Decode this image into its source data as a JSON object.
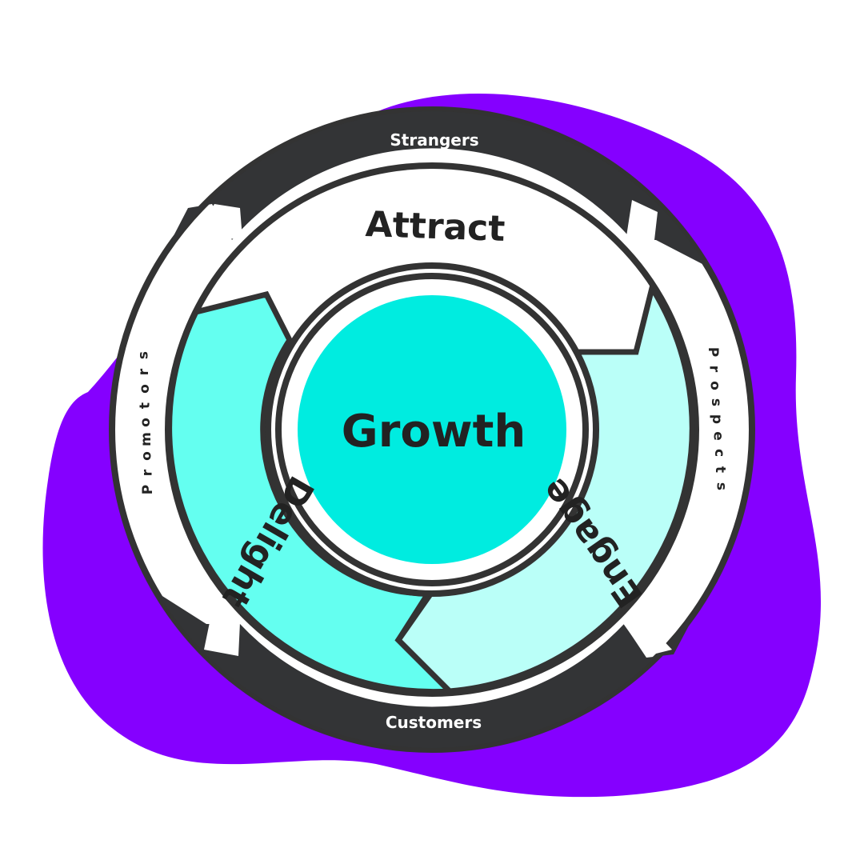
{
  "diagram": {
    "center_label": "Growth",
    "stages": [
      {
        "id": "attract",
        "label": "Attract"
      },
      {
        "id": "engage",
        "label": "Engage"
      },
      {
        "id": "delight",
        "label": "Delight"
      }
    ],
    "outer_labels": [
      {
        "id": "strangers",
        "label": "Strangers"
      },
      {
        "id": "prospects",
        "label": "Prospects"
      },
      {
        "id": "customers",
        "label": "Customers"
      },
      {
        "id": "promotors",
        "label": "Promotors"
      }
    ]
  },
  "colors": {
    "background_blob": "#8500ff",
    "outline": "#333333",
    "ring_dark": "#333436",
    "ring_light": "#ffffff",
    "center_fill": "#00ece0",
    "delight_fill": "#64fff0",
    "engage_fill": "#bafff8",
    "attract_fill": "#ffffff",
    "text_dark": "#222222",
    "text_light": "#ffffff"
  }
}
